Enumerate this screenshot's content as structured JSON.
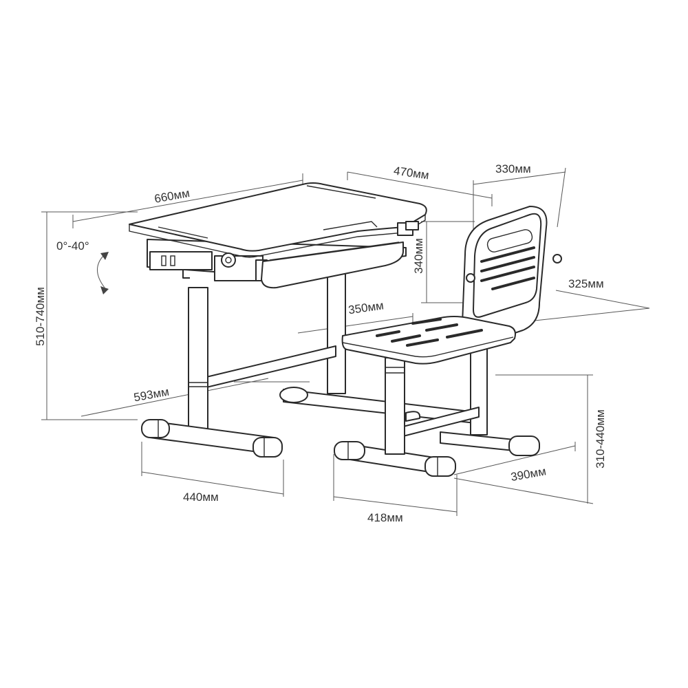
{
  "colors": {
    "line": "#2a2a2a",
    "dim_line": "#555555",
    "text": "#333333",
    "background": "#ffffff"
  },
  "dimensions": {
    "desk_width": "660мм",
    "desk_depth": "470мм",
    "tilt_angle": "0°-40°",
    "desk_height": "510-740мм",
    "desk_leg_span": "593мм",
    "desk_base_width": "440мм",
    "backrest_width": "330мм",
    "backrest_height": "340мм",
    "backrest_depth": "325мм",
    "seat_width": "350мм",
    "seat_height": "310-440мм",
    "chair_base_depth": "390мм",
    "chair_base_width": "418мм"
  }
}
